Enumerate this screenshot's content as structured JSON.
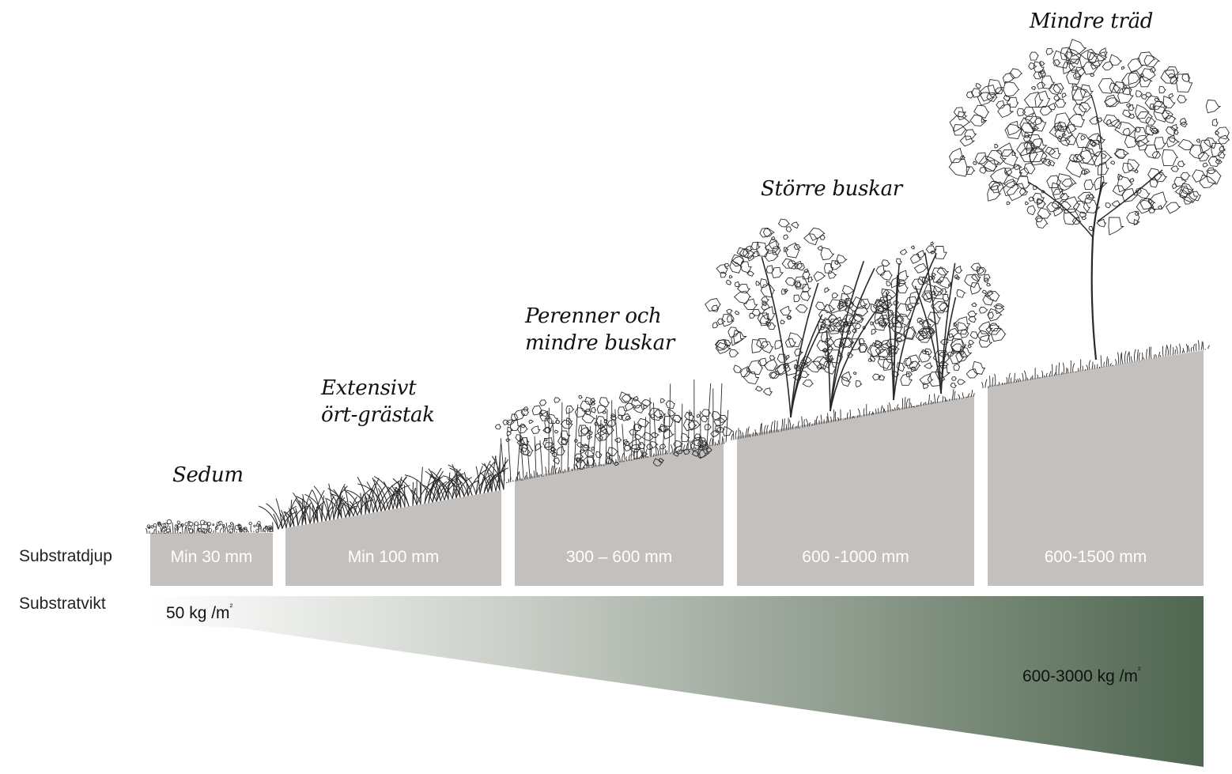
{
  "row_labels": {
    "depth": "Substratdjup",
    "weight": "Substratvikt"
  },
  "categories": [
    {
      "name": "Sedum",
      "name_lines": [
        "Sedum"
      ],
      "depth": "Min 30 mm",
      "plant": "sedum"
    },
    {
      "name": "Extensivt ört-grästak",
      "name_lines": [
        "Extensivt",
        "ört-grästak"
      ],
      "depth": "Min 100 mm",
      "plant": "grass"
    },
    {
      "name": "Perenner och mindre buskar",
      "name_lines": [
        "Perenner och",
        "mindre buskar"
      ],
      "depth": "300 – 600 mm",
      "plant": "perennials"
    },
    {
      "name": "Större buskar",
      "name_lines": [
        "Större buskar"
      ],
      "depth": "600 -1000 mm",
      "plant": "shrubs"
    },
    {
      "name": "Mindre träd",
      "name_lines": [
        "Mindre träd"
      ],
      "depth": "600-1500 mm",
      "plant": "tree"
    }
  ],
  "weight": {
    "min": "50 kg /m",
    "max": "600-3000 kg /m",
    "unit_superscript": "²"
  },
  "colors": {
    "substrate": "#c4c0be",
    "weight_gradient_end": "#4f6650",
    "weight_gradient_start": "#ffffff",
    "plant_line": "#2a2a2a"
  }
}
